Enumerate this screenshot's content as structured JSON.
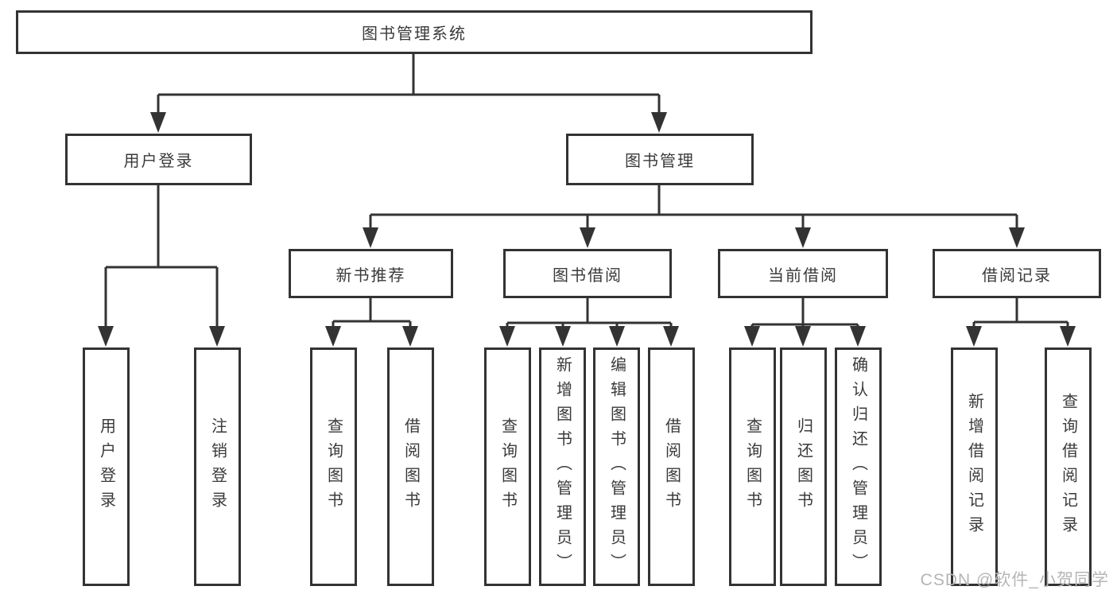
{
  "tree": {
    "root": "图书管理系统",
    "children": [
      {
        "label": "用户登录",
        "children": [
          {
            "label": "用户登录"
          },
          {
            "label": "注销登录"
          }
        ]
      },
      {
        "label": "图书管理",
        "children": [
          {
            "label": "新书推荐",
            "children": [
              {
                "label": "查询图书"
              },
              {
                "label": "借阅图书"
              }
            ]
          },
          {
            "label": "图书借阅",
            "children": [
              {
                "label": "查询图书"
              },
              {
                "label": "新增图书（管理员）"
              },
              {
                "label": "编辑图书（管理员）"
              },
              {
                "label": "借阅图书"
              }
            ]
          },
          {
            "label": "当前借阅",
            "children": [
              {
                "label": "查询图书"
              },
              {
                "label": "归还图书"
              },
              {
                "label": "确认归还（管理员）"
              }
            ]
          },
          {
            "label": "借阅记录",
            "children": [
              {
                "label": "新增借阅记录"
              },
              {
                "label": "查询借阅记录"
              }
            ]
          }
        ]
      }
    ]
  },
  "watermark": "CSDN @软件_小贺同学",
  "colors": {
    "line": "#333333",
    "text": "#3a3a3a",
    "watermark": "#b5b5b5",
    "background": "#ffffff"
  }
}
